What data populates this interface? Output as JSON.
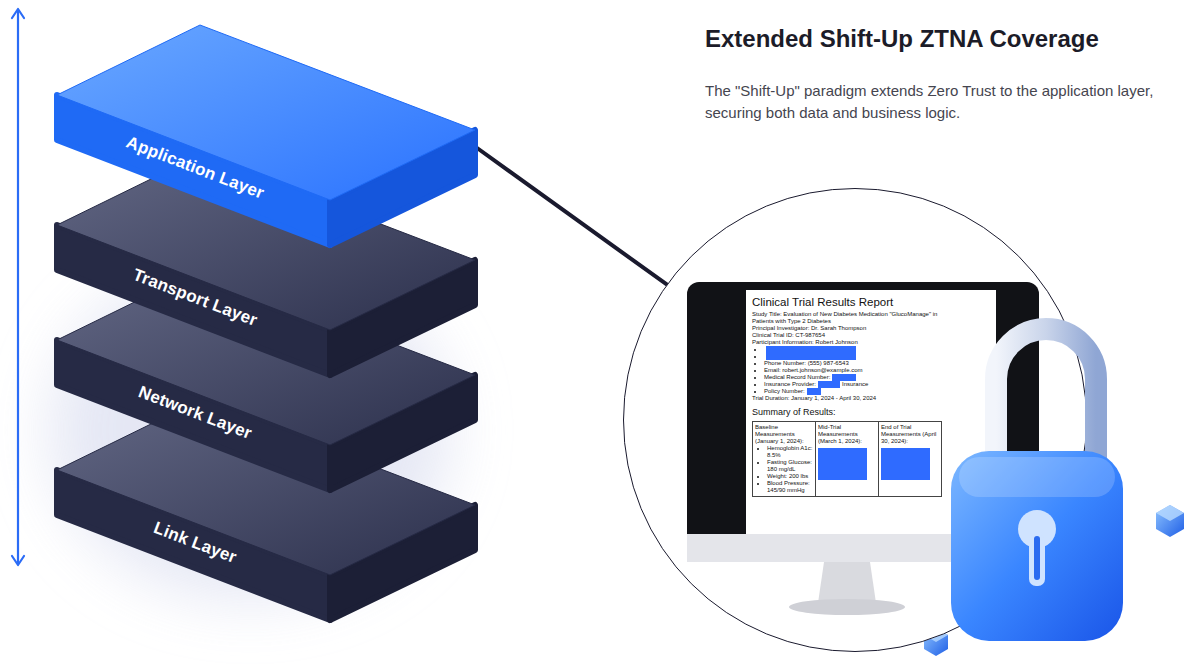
{
  "diagram": {
    "title": "Extended Shift-Up ZTNA Coverage",
    "nodes": [
      {
        "text": [
          "Application Layer"
        ]
      },
      {
        "text": [
          "Transport Layer"
        ]
      },
      {
        "text": [
          "Network Layer"
        ]
      },
      {
        "text": [
          "Link Layer"
        ]
      },
      {
        "text": [
          "Clinical Trial Results Report",
          "Study Title: Evaluation of New Diabetes Medication \"GlucoManage\" in Patients with Type 2 Diabetes",
          "Principal Investigator: Dr. Sarah Thompson",
          "Clinical Trial ID: CT-987654",
          "Participant Information: Robert Johnson",
          "Phone Number: (555) 987-6543",
          "Email: robert.johnson@example.com",
          "Medical Record Number:",
          "Insurance Provider:",
          "Insurance",
          "Policy Number:",
          "Trial Duration: January 1, 2024 - April 30, 2024",
          "Summary of Results:",
          "Baseline Measurements (January 1, 2024):",
          "Hemoglobin A1c: 8.5%",
          "Fasting Glucose: 180 mg/dL",
          "Weight: 200 lbs",
          "Blood Pressure: 145/90 mmHg",
          "Mid-Trial Measurements (March 1, 2024):",
          "End of Trial Measurements (April 30, 2024):"
        ]
      }
    ],
    "edges": [
      {
        "from": 0,
        "to": 4,
        "arrow": "none"
      }
    ],
    "labels": [
      "The \"Shift-Up\" paradigm extends Zero Trust to the application layer, securing both data and business logic."
    ]
  }
}
